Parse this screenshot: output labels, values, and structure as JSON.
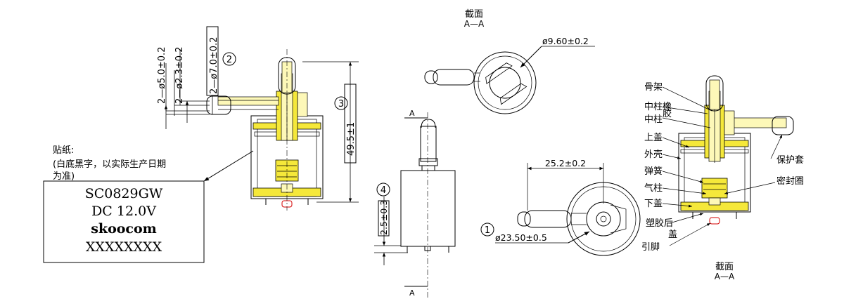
{
  "section_top": {
    "title": "截面",
    "sub": "A—A"
  },
  "section_bottom": {
    "title": "截面",
    "sub": "A—A"
  },
  "dims": {
    "d1": "2—ø5.0±0.2",
    "d2": "2—ø2.3±0.2",
    "d3": "2—ø7.0±0.2",
    "height": "49.5±1",
    "d960": "ø9.60±0.2",
    "d252": "25.2±0.2",
    "d2350": "ø23.50±0.5",
    "d25": "2.5±0.3"
  },
  "balloons": {
    "b1": "1",
    "b2": "2",
    "b3": "3",
    "b4": "4"
  },
  "section_marks": {
    "top": "A",
    "bottom": "A"
  },
  "sticker": {
    "note1": "贴纸:",
    "note2": "(白底黑字，以实际生产日期",
    "note3": "为准)",
    "line1": "SC0829GW",
    "line2": "DC 12.0V",
    "line3": "skoocom",
    "line4": "XXXXXXXX"
  },
  "parts": {
    "p1": "骨架",
    "p2": "中柱橡",
    "p3a": "中柱",
    "p3b": "胶",
    "p4": "上盖",
    "p5": "外壳",
    "p6": "弹簧",
    "p7": "气柱",
    "p8": "下盖",
    "p9a": "塑胶后",
    "p9b": "盖",
    "p10": "引脚",
    "p11": "保护套",
    "p12": "密封圈"
  }
}
